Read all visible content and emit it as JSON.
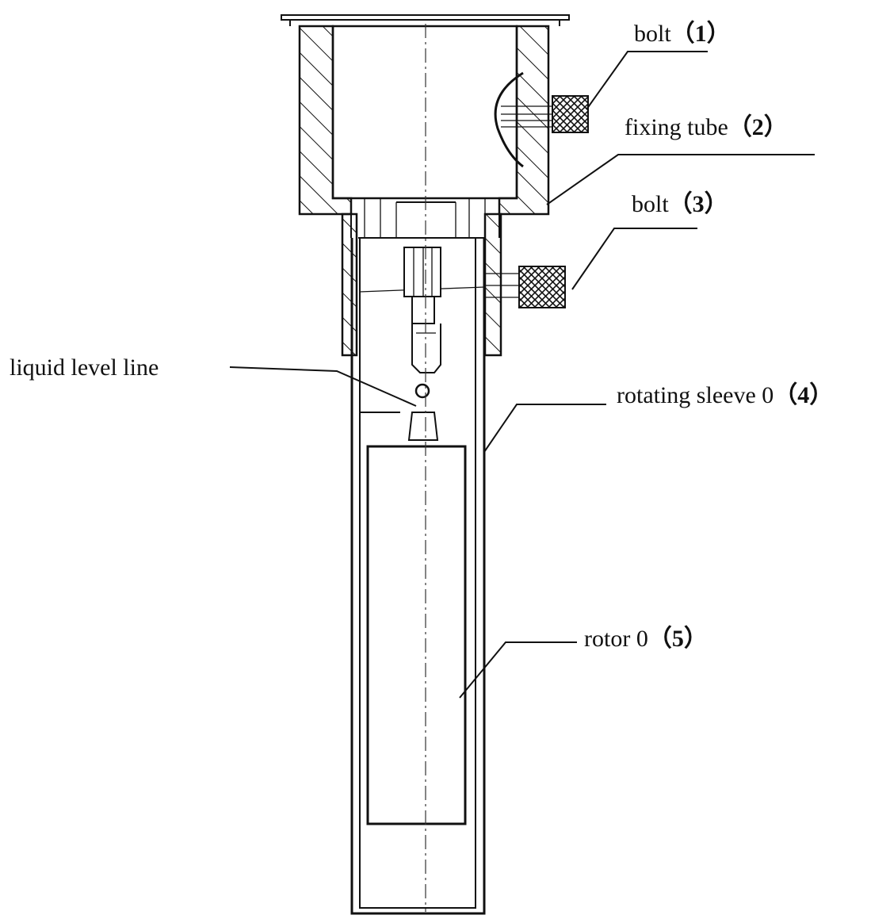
{
  "labels": {
    "bolt1": {
      "text": "bolt",
      "num": "（1）"
    },
    "fixing_tube": {
      "text": "fixing tube",
      "num": "（2）"
    },
    "bolt3": {
      "text": "bolt",
      "num": "（3）"
    },
    "liquid_level": {
      "text": "liquid level line"
    },
    "rotating_sleeve": {
      "text": "rotating sleeve 0",
      "num": "（4）"
    },
    "rotor": {
      "text": "rotor 0",
      "num": "（5）"
    }
  },
  "colors": {
    "ink": "#111111",
    "background": "#ffffff"
  }
}
